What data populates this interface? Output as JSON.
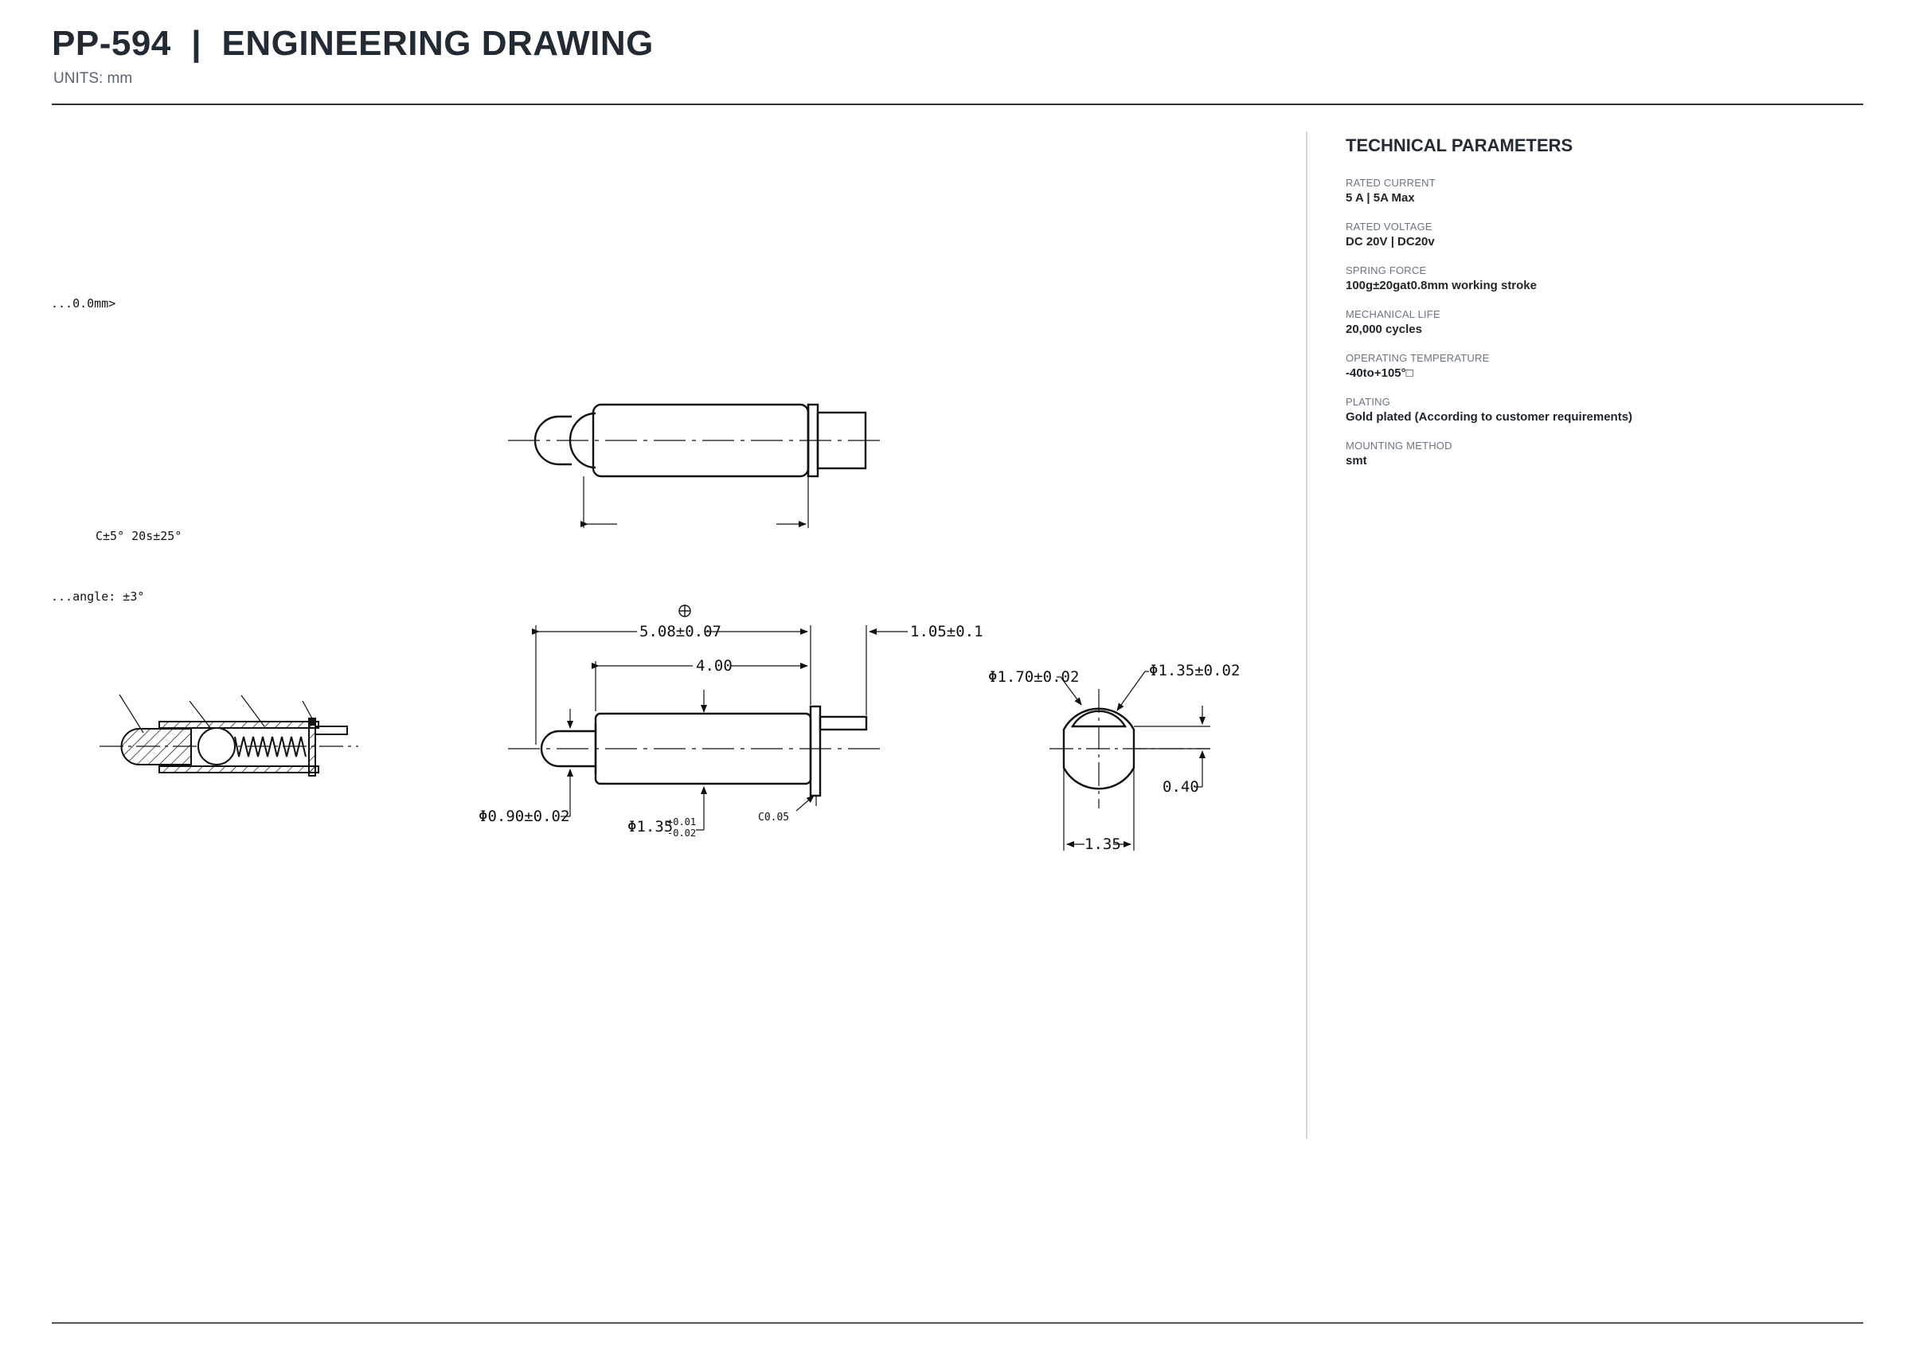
{
  "header": {
    "title": "PP-594  |  ENGINEERING DRAWING",
    "units": "UNITS: mm"
  },
  "drawing": {
    "fragments": {
      "frag_mm": "...0.0mm>",
      "frag_tol": "C±5°  20s±25°",
      "frag_angle": "...angle: ±3°"
    },
    "dims": {
      "overall_length": "5.08±0.07",
      "body_length": "4.00",
      "tail_length": "1.05±0.1",
      "tip_diameter": "Φ0.90±0.02",
      "body_diameter_base": "Φ1.35",
      "body_diameter_tol_upper": "+0.01",
      "body_diameter_tol_lower": "-0.02",
      "chamfer": "C0.05",
      "end_outer_diameter": "Φ1.70±0.02",
      "end_inner_diameter": "Φ1.35±0.02",
      "flat_depth": "0.40",
      "end_width": "1.35"
    }
  },
  "parameters": {
    "title": "TECHNICAL PARAMETERS",
    "items": [
      {
        "label": "RATED CURRENT",
        "value": "5 A | 5A Max"
      },
      {
        "label": "RATED VOLTAGE",
        "value": "DC 20V | DC20v"
      },
      {
        "label": "SPRING FORCE",
        "value": "100g±20gat0.8mm working stroke"
      },
      {
        "label": "MECHANICAL LIFE",
        "value": "20,000 cycles"
      },
      {
        "label": "OPERATING TEMPERATURE",
        "value": "-40to+105°□"
      },
      {
        "label": "PLATING",
        "value": "Gold plated (According to customer requirements)"
      },
      {
        "label": "MOUNTING METHOD",
        "value": "smt"
      }
    ]
  }
}
